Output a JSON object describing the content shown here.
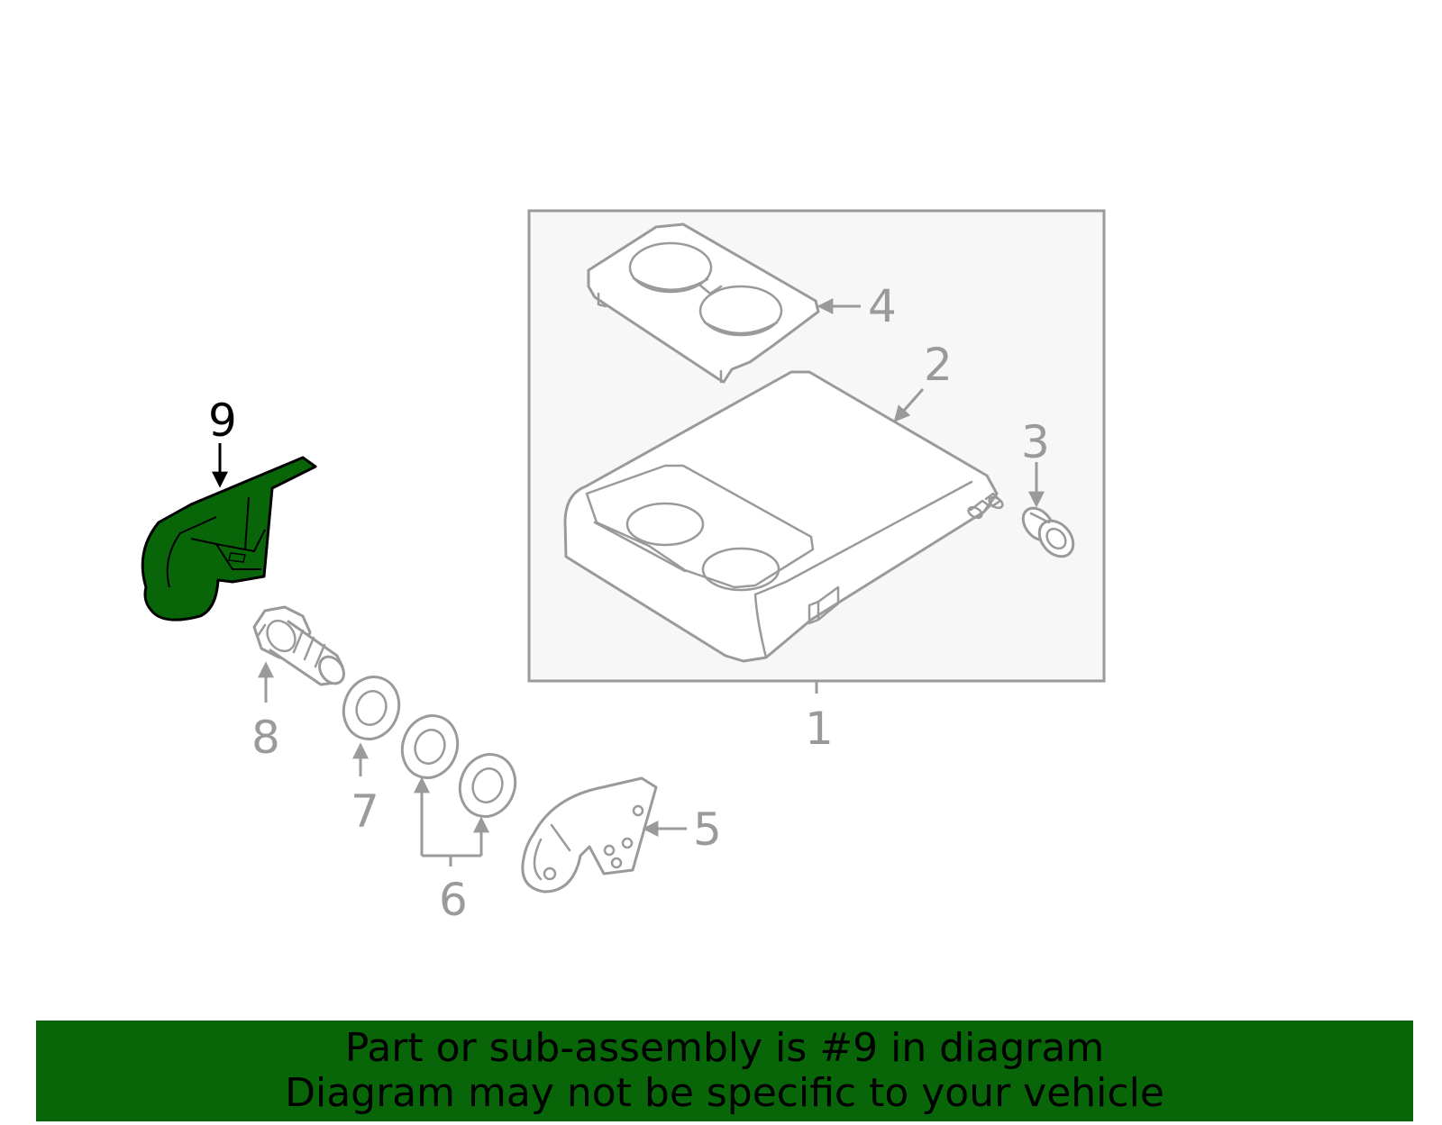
{
  "callouts": {
    "c1": "1",
    "c2": "2",
    "c3": "3",
    "c4": "4",
    "c5": "5",
    "c6": "6",
    "c7": "7",
    "c8": "8",
    "c9": "9"
  },
  "highlight": {
    "part_number": "9",
    "color": "#086608"
  },
  "colors": {
    "line_gray": "#9a9a9a",
    "box_fill": "#f7f7f7",
    "banner_bg": "#086608"
  },
  "banner": {
    "line1": "Part or sub-assembly is #9 in diagram",
    "line2": "Diagram may not be specific to your vehicle"
  }
}
